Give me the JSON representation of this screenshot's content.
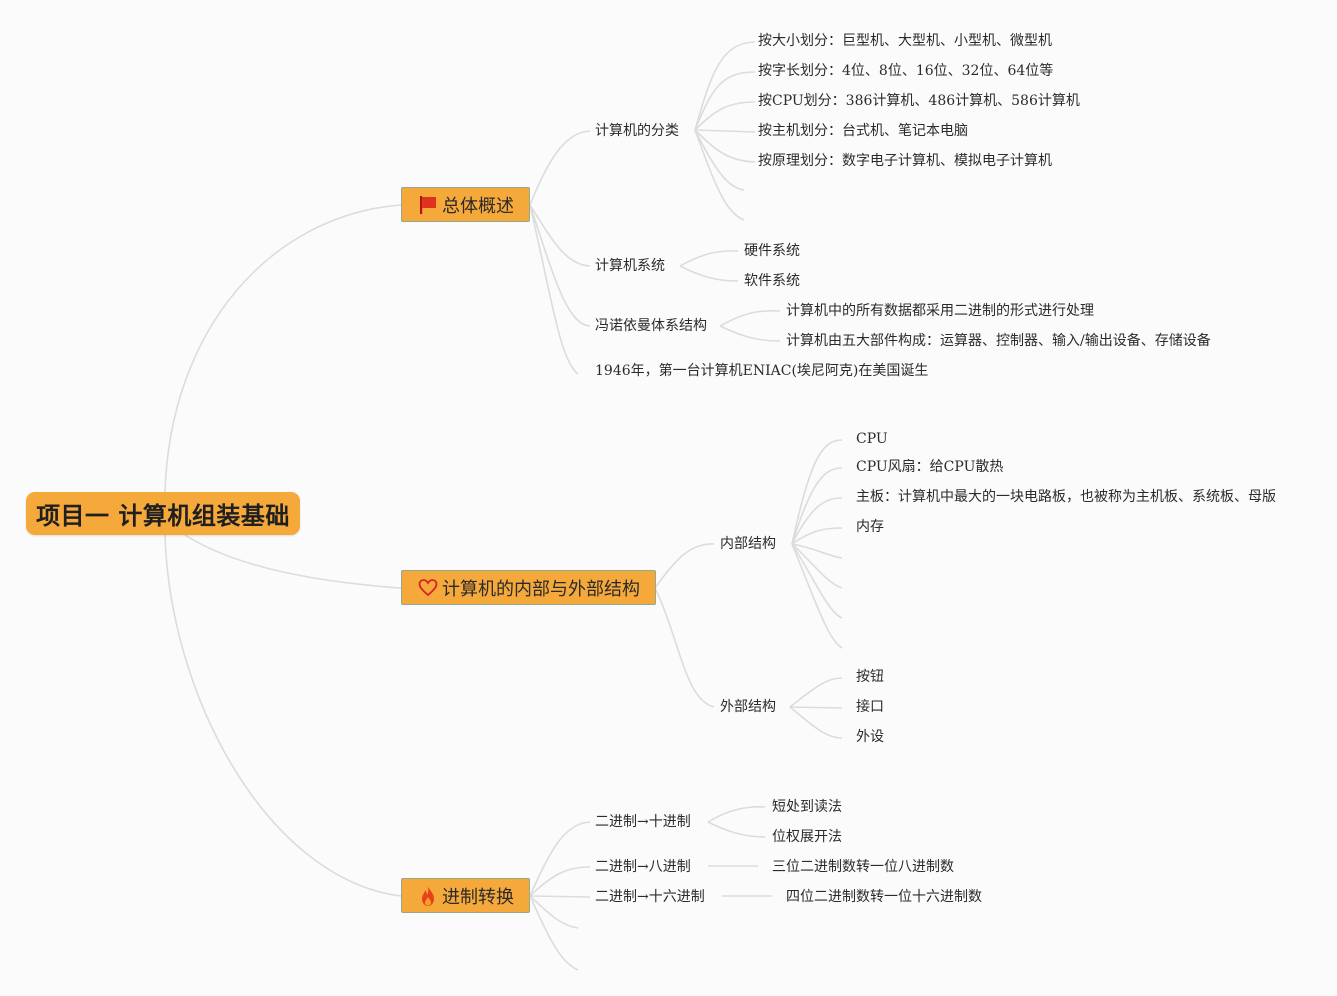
{
  "root": {
    "label": "项目一 计算机组装基础"
  },
  "topics": {
    "overview": {
      "label": "总体概述",
      "icon": "red-flag-icon",
      "classification": {
        "label": "计算机的分类",
        "items": [
          "按大小划分：巨型机、大型机、小型机、微型机",
          "按字长划分：4位、8位、16位、32位、64位等",
          "按CPU划分：386计算机、486计算机、586计算机",
          "按主机划分：台式机、笔记本电脑",
          "按原理划分：数字电子计算机、模拟电子计算机"
        ]
      },
      "system": {
        "label": "计算机系统",
        "items": [
          "硬件系统",
          "软件系统"
        ]
      },
      "von_neumann": {
        "label": "冯诺依曼体系结构",
        "items": [
          "计算机中的所有数据都采用二进制的形式进行处理",
          "计算机由五大部件构成：运算器、控制器、输入/输出设备、存储设备"
        ]
      },
      "history": "1946年，第一台计算机ENIAC(埃尼阿克)在美国诞生"
    },
    "structure": {
      "label": "计算机的内部与外部结构",
      "icon": "heart-outline-icon",
      "internal": {
        "label": "内部结构",
        "items": [
          "CPU",
          "CPU风扇：给CPU散热",
          "主板：计算机中最大的一块电路板，也被称为主机板、系统板、母版",
          "内存"
        ]
      },
      "external": {
        "label": "外部结构",
        "items": [
          "按钮",
          "接口",
          "外设"
        ]
      }
    },
    "conversion": {
      "label": "进制转换",
      "icon": "fire-icon",
      "bin_dec": {
        "label": "二进制→十进制",
        "items": [
          "短处到读法",
          "位权展开法"
        ]
      },
      "bin_oct": {
        "label": "二进制→八进制",
        "items": [
          "三位二进制数转一位八进制数"
        ]
      },
      "bin_hex": {
        "label": "二进制→十六进制",
        "items": [
          "四位二进制数转一位十六进制数"
        ]
      }
    }
  },
  "colors": {
    "topic_fill": "#f6a93b",
    "topic_border": "#93a88e",
    "link": "#dcdcdc",
    "flag": "#e0301e",
    "heart": "#d8252b",
    "fire": "#e8401c"
  }
}
